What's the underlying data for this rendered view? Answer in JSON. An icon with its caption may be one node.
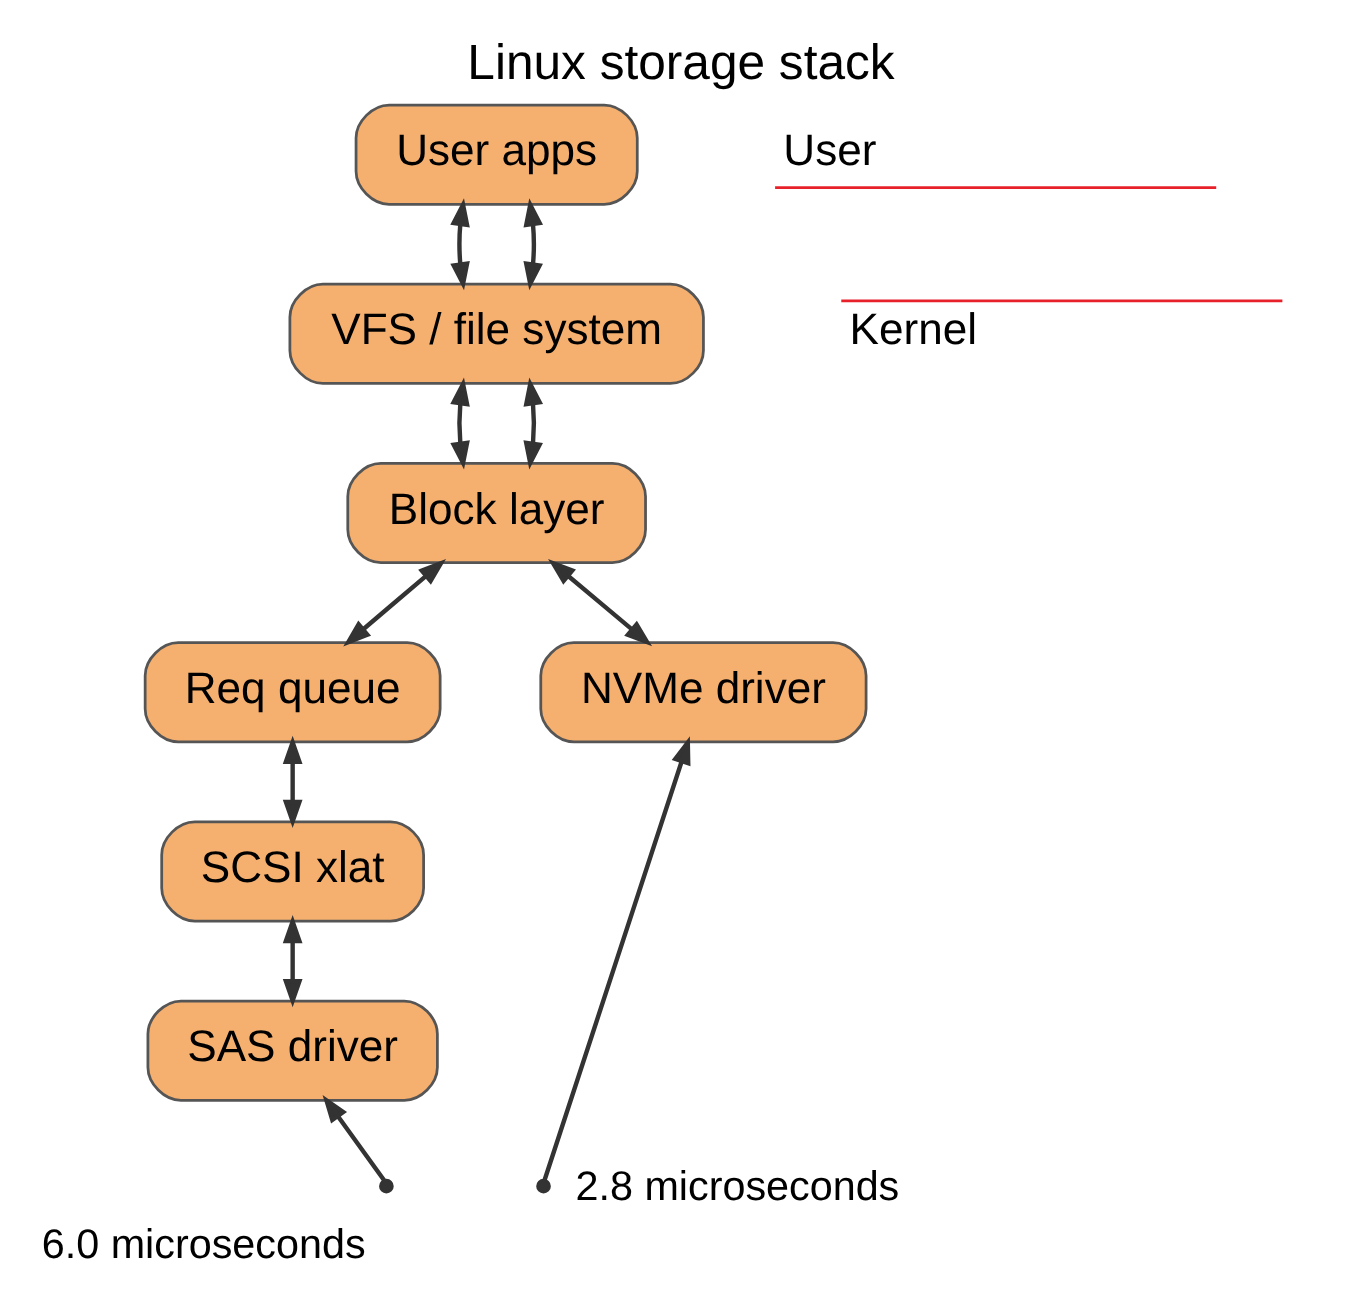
{
  "diagram": {
    "title": "Linux storage stack",
    "nodes": [
      {
        "text": [
          "User apps"
        ]
      },
      {
        "text": [
          "VFS / file system"
        ]
      },
      {
        "text": [
          "Block layer"
        ]
      },
      {
        "text": [
          "Req queue"
        ]
      },
      {
        "text": [
          "SCSI xlat"
        ]
      },
      {
        "text": [
          "NVMe driver"
        ]
      },
      {
        "text": [
          "SAS driver"
        ]
      }
    ],
    "edges": [
      {
        "from": 0,
        "to": 1,
        "arrow": "both"
      },
      {
        "from": 0,
        "to": 1,
        "arrow": "both"
      },
      {
        "from": 1,
        "to": 2,
        "arrow": "both"
      },
      {
        "from": 1,
        "to": 2,
        "arrow": "both"
      },
      {
        "from": 2,
        "to": 5,
        "arrow": "both"
      },
      {
        "from": 2,
        "to": 3,
        "arrow": "both"
      },
      {
        "from": 3,
        "to": 4,
        "arrow": "both"
      },
      {
        "from": 4,
        "to": 6,
        "arrow": "both"
      },
      {
        "from": null,
        "to": 5,
        "arrow": "to",
        "label": "2.8 microseconds"
      },
      {
        "from": null,
        "to": 6,
        "arrow": "to",
        "label": "6.0 microseconds"
      }
    ],
    "labels": [
      "User",
      "Kernel"
    ]
  }
}
